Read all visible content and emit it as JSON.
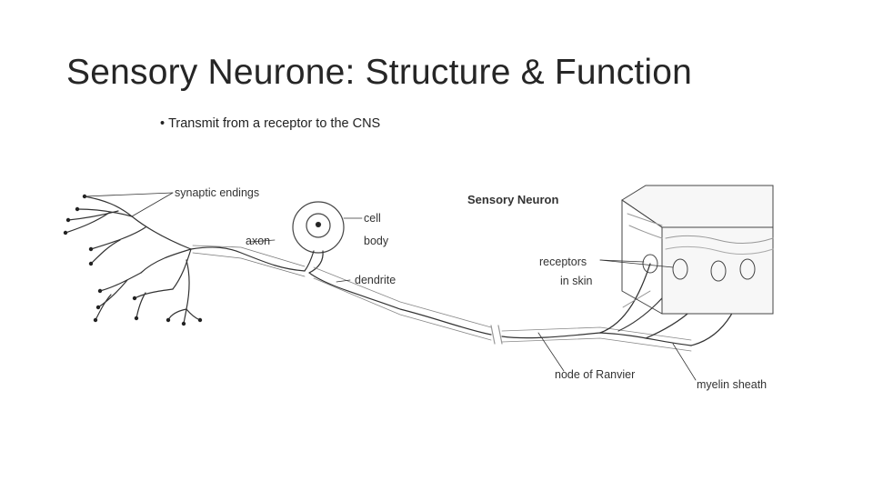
{
  "slide": {
    "title": "Sensory Neurone: Structure & Function",
    "bullets": [
      "Transmit from a receptor to the CNS"
    ]
  },
  "figure": {
    "heading": "Sensory Neuron",
    "labels": {
      "synaptic_endings": "synaptic endings",
      "axon": "axon",
      "cell": "cell",
      "body": "body",
      "dendrite": "dendrite",
      "receptors": "receptors",
      "in_skin": "in skin",
      "node_of_ranvier": "node of Ranvier",
      "myelin_sheath": "myelin sheath"
    }
  }
}
